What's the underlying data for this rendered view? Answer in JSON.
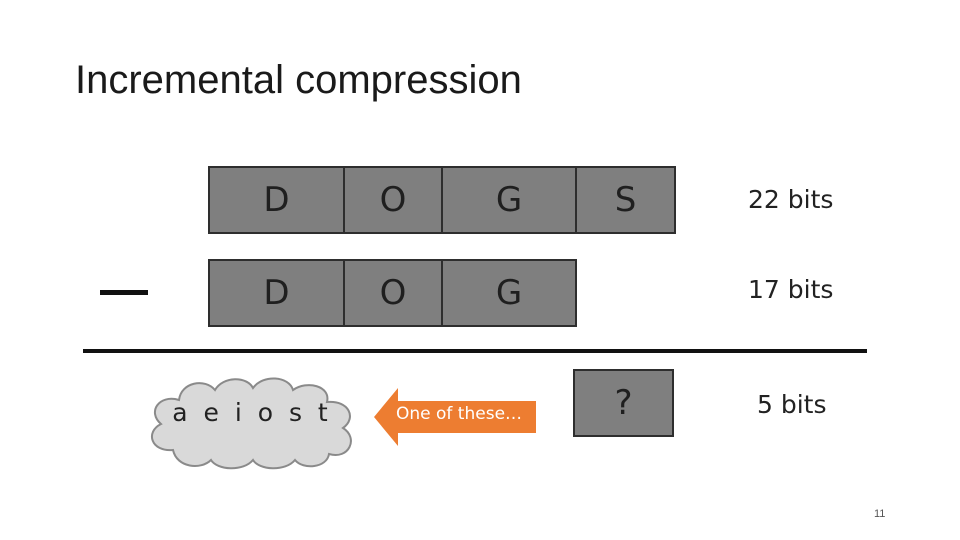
{
  "slide": {
    "title": "Incremental compression",
    "page_number": "11"
  },
  "row1": {
    "letters": [
      "D",
      "O",
      "G",
      "S"
    ],
    "bits": "22 bits"
  },
  "row2": {
    "letters": [
      "D",
      "O",
      "G"
    ],
    "bits": "17 bits"
  },
  "operator": "minus",
  "result": {
    "symbol": "?",
    "bits": "5 bits"
  },
  "cloud": {
    "text": "a e i o s t"
  },
  "arrow": {
    "label": "One of these…"
  },
  "colors": {
    "cell_fill": "#7f7f7f",
    "cell_border": "#2e2e2e",
    "arrow": "#ed7d31",
    "cloud_fill": "#d9d9d9"
  }
}
